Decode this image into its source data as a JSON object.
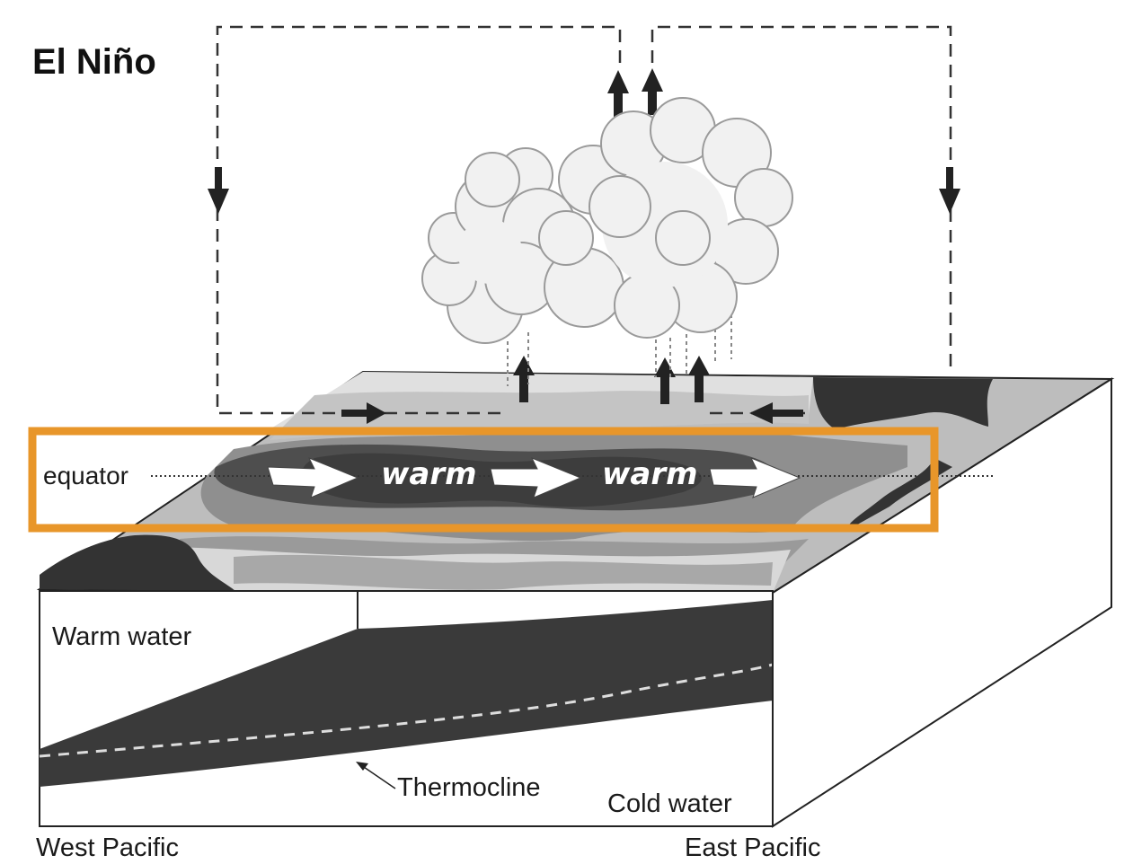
{
  "title": "El Niño",
  "labels": {
    "equator": "equator",
    "warm_1": "warm",
    "warm_2": "warm",
    "warm_water": "Warm water",
    "cold_water": "Cold water",
    "thermocline": "Thermocline",
    "west_pacific": "West Pacific",
    "east_pacific": "East Pacific"
  },
  "colors": {
    "highlight": "#E8962A",
    "dark_water": "#3a3a3a",
    "mid_water": "#6a6a6a",
    "light_water": "#bdbdbd",
    "pale_water": "#dcdcdc",
    "land": "#333333",
    "cloud_fill": "#f1f1f1",
    "cloud_stroke": "#9a9a9a"
  },
  "icons": {
    "circulation": "dashed-circulation-loop",
    "updraft": "up-arrow-icon",
    "downdraft": "down-arrow-icon",
    "surface_flow": "white-right-arrow-icon",
    "clouds": "convective-cloud-icon"
  }
}
